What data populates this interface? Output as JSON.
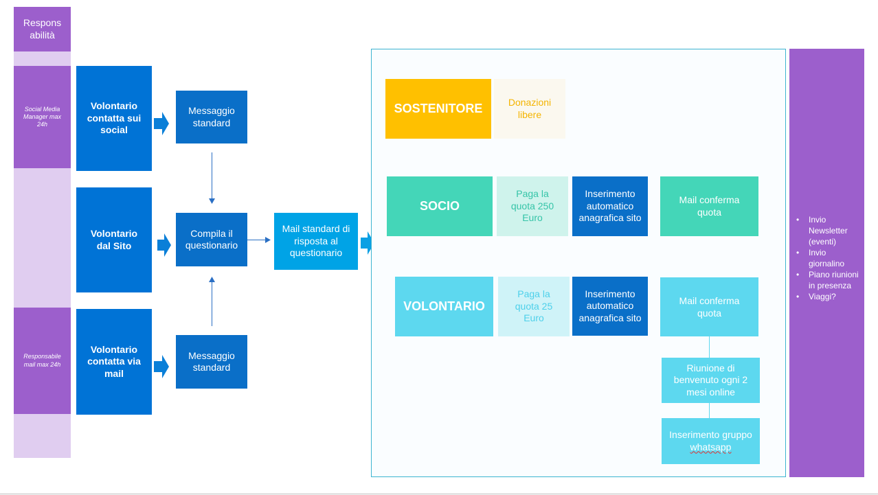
{
  "swimlanes": {
    "header_label": "Respons abilità",
    "lane_social": "Social Media Manager max 24h",
    "lane_mail": "Responsabile mail max 24h"
  },
  "sources": {
    "social": "Volontario contatta sui social",
    "sito": "Volontario dal Sito",
    "mail": "Volontario contatta via mail"
  },
  "steps": {
    "messaggio_top": "Messaggio standard",
    "compila": "Compila il questionario",
    "messaggio_bottom": "Messaggio standard",
    "mail_standard": "Mail standard di risposta al questionario"
  },
  "categories": {
    "sostenitore": {
      "title": "SOSTENITORE",
      "detail": "Donazioni libere"
    },
    "socio": {
      "title": "SOCIO",
      "quota": "Paga la quota 250 Euro",
      "inserimento": "Inserimento automatico anagrafica sito",
      "mail_conferma": "Mail conferma quota"
    },
    "volontario": {
      "title": "VOLONTARIO",
      "quota": "Paga la quota 25 Euro",
      "inserimento": "Inserimento automatico anagrafica sito",
      "mail_conferma": "Mail conferma quota",
      "riunione": "Riunione di benvenuto ogni 2 mesi online",
      "gruppo_prefix": "Inserimento gruppo ",
      "gruppo_word": "whatsapp"
    }
  },
  "benefits": {
    "bullet": "•",
    "items": [
      "Invio Newsletter (eventi)",
      "Invio giornalino",
      "Piano riunioni in presenza",
      "Viaggi?"
    ]
  },
  "colors": {
    "lane_dark": "#9c5fcc",
    "lane_light": "#e0cdf0",
    "blue_dark": "#0073d6",
    "blue_mid": "#0a6fc8",
    "blue_light": "#00a3e6",
    "yellow": "#ffc000",
    "teal": "#44d6b8",
    "cyan": "#5dd8ef"
  }
}
